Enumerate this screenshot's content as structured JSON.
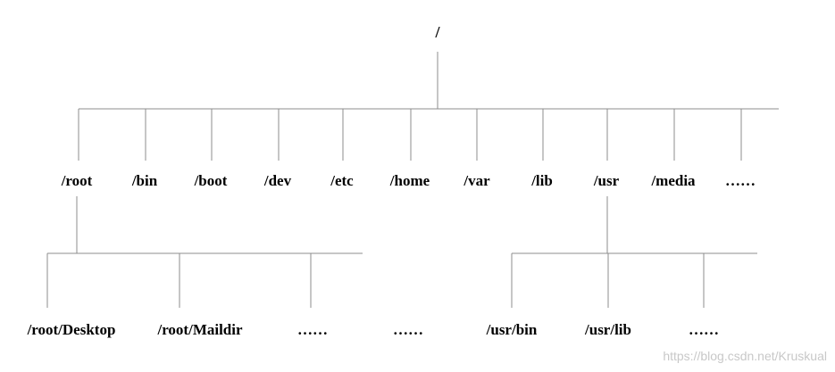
{
  "tree": {
    "root": "/",
    "level1": [
      "/root",
      "/bin",
      "/boot",
      "/dev",
      "/etc",
      "/home",
      "/var",
      "/lib",
      "/usr",
      "/media",
      "……"
    ],
    "root_children": [
      "/root/Desktop",
      "/root/Maildir",
      "……",
      "……"
    ],
    "usr_children": [
      "/usr/bin",
      "/usr/lib",
      "……"
    ]
  },
  "watermark": "https://blog.csdn.net/Kruskual"
}
